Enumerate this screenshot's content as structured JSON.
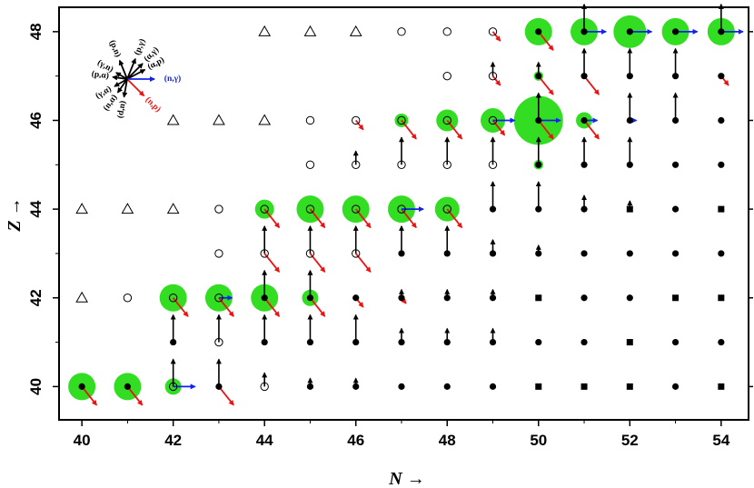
{
  "chart_data": {
    "type": "scatter",
    "title": "",
    "xlabel": "N →",
    "ylabel": "Z →",
    "xlim": [
      39.5,
      54.6
    ],
    "ylim": [
      39.25,
      48.55
    ],
    "x_ticks": [
      40,
      42,
      44,
      46,
      48,
      50,
      52,
      54
    ],
    "y_ticks": [
      40,
      42,
      44,
      46,
      48
    ],
    "grid": false,
    "legend_position": "top-left",
    "colors": {
      "reaction_circle": "#33dd22",
      "n_p_arrow": "#ee1111",
      "n_gamma_arrow": "#1122ee",
      "arrow_default": "#000000"
    },
    "legend_labels": [
      {
        "label": "(p,n)",
        "angle": 112,
        "length": 22,
        "color": "#000000"
      },
      {
        "label": "(p,γ)",
        "angle": 68,
        "length": 24,
        "color": "#000000"
      },
      {
        "label": "(α,γ)",
        "angle": 45,
        "length": 24,
        "color": "#000000"
      },
      {
        "label": "(α,p)",
        "angle": 28,
        "length": 22,
        "color": "#000000"
      },
      {
        "label": "(n,γ)",
        "angle": 0,
        "length": 30,
        "color": "#1122ee"
      },
      {
        "label": "(n,p)",
        "angle": -45,
        "length": 26,
        "color": "#ee1111"
      },
      {
        "label": "(d,n)",
        "angle": -100,
        "length": 20,
        "color": "#000000"
      },
      {
        "label": "(n,α)",
        "angle": -125,
        "length": 18,
        "color": "#000000"
      },
      {
        "label": "(γ,α)",
        "angle": -150,
        "length": 16,
        "color": "#000000"
      },
      {
        "label": "(p,α)",
        "angle": 172,
        "length": 16,
        "color": "#000000"
      },
      {
        "label": "(γ,n)",
        "angle": 150,
        "length": 14,
        "color": "#000000"
      }
    ],
    "nuclei": [
      {
        "N": 40,
        "Z": 40,
        "marker": "filled",
        "up": 0,
        "red": 1,
        "blue": 0,
        "green": 1
      },
      {
        "N": 41,
        "Z": 40,
        "marker": "filled",
        "up": 0,
        "red": 1,
        "blue": 0,
        "green": 1
      },
      {
        "N": 42,
        "Z": 40,
        "marker": "hollow",
        "up": 1,
        "red": 0,
        "blue": 1,
        "green": 0.6
      },
      {
        "N": 43,
        "Z": 40,
        "marker": "filled",
        "up": 1,
        "red": 1,
        "blue": 0,
        "green": 0
      },
      {
        "N": 44,
        "Z": 40,
        "marker": "hollow",
        "up": 0.5,
        "red": 0,
        "blue": 0,
        "green": 0
      },
      {
        "N": 45,
        "Z": 40,
        "marker": "filled",
        "up": 0.3,
        "red": 0,
        "blue": 0,
        "green": 0
      },
      {
        "N": 46,
        "Z": 40,
        "marker": "filled",
        "up": 0.3,
        "red": 0,
        "blue": 0,
        "green": 0
      },
      {
        "N": 47,
        "Z": 40,
        "marker": "filled",
        "up": 0,
        "red": 0,
        "blue": 0,
        "green": 0
      },
      {
        "N": 48,
        "Z": 40,
        "marker": "filled",
        "up": 0,
        "red": 0,
        "blue": 0,
        "green": 0
      },
      {
        "N": 49,
        "Z": 40,
        "marker": "filled",
        "up": 0,
        "red": 0,
        "blue": 0,
        "green": 0
      },
      {
        "N": 50,
        "Z": 40,
        "marker": "square",
        "up": 0,
        "red": 0,
        "blue": 0,
        "green": 0
      },
      {
        "N": 51,
        "Z": 40,
        "marker": "square",
        "up": 0,
        "red": 0,
        "blue": 0,
        "green": 0
      },
      {
        "N": 52,
        "Z": 40,
        "marker": "square",
        "up": 0,
        "red": 0,
        "blue": 0,
        "green": 0
      },
      {
        "N": 53,
        "Z": 40,
        "marker": "filled",
        "up": 0,
        "red": 0,
        "blue": 0,
        "green": 0
      },
      {
        "N": 54,
        "Z": 40,
        "marker": "square",
        "up": 0,
        "red": 0,
        "blue": 0,
        "green": 0
      },
      {
        "N": 42,
        "Z": 41,
        "marker": "filled",
        "up": 1,
        "red": 0,
        "blue": 0,
        "green": 0
      },
      {
        "N": 43,
        "Z": 41,
        "marker": "hollow",
        "up": 1,
        "red": 0,
        "blue": 0,
        "green": 0
      },
      {
        "N": 44,
        "Z": 41,
        "marker": "filled",
        "up": 1,
        "red": 0,
        "blue": 0,
        "green": 0
      },
      {
        "N": 45,
        "Z": 41,
        "marker": "filled",
        "up": 1,
        "red": 0,
        "blue": 0,
        "green": 0
      },
      {
        "N": 46,
        "Z": 41,
        "marker": "filled",
        "up": 1,
        "red": 0,
        "blue": 0,
        "green": 0
      },
      {
        "N": 47,
        "Z": 41,
        "marker": "filled",
        "up": 0.5,
        "red": 0,
        "blue": 0,
        "green": 0
      },
      {
        "N": 48,
        "Z": 41,
        "marker": "filled",
        "up": 0.5,
        "red": 0,
        "blue": 0,
        "green": 0
      },
      {
        "N": 49,
        "Z": 41,
        "marker": "filled",
        "up": 0.5,
        "red": 0,
        "blue": 0,
        "green": 0
      },
      {
        "N": 50,
        "Z": 41,
        "marker": "filled",
        "up": 0,
        "red": 0,
        "blue": 0,
        "green": 0
      },
      {
        "N": 51,
        "Z": 41,
        "marker": "filled",
        "up": 0,
        "red": 0,
        "blue": 0,
        "green": 0
      },
      {
        "N": 52,
        "Z": 41,
        "marker": "square",
        "up": 0,
        "red": 0,
        "blue": 0,
        "green": 0
      },
      {
        "N": 53,
        "Z": 41,
        "marker": "filled",
        "up": 0,
        "red": 0,
        "blue": 0,
        "green": 0
      },
      {
        "N": 54,
        "Z": 41,
        "marker": "filled",
        "up": 0,
        "red": 0,
        "blue": 0,
        "green": 0
      },
      {
        "N": 40,
        "Z": 42,
        "marker": "triangle",
        "up": 0,
        "red": 0,
        "blue": 0,
        "green": 0
      },
      {
        "N": 41,
        "Z": 42,
        "marker": "hollow",
        "up": 0,
        "red": 0,
        "blue": 0,
        "green": 0
      },
      {
        "N": 42,
        "Z": 42,
        "marker": "hollow",
        "up": 0,
        "red": 1,
        "blue": 0,
        "green": 1
      },
      {
        "N": 43,
        "Z": 42,
        "marker": "hollow",
        "up": 0,
        "red": 1,
        "blue": 0.6,
        "green": 1
      },
      {
        "N": 44,
        "Z": 42,
        "marker": "filled",
        "up": 1,
        "red": 1,
        "blue": 0,
        "green": 1
      },
      {
        "N": 45,
        "Z": 42,
        "marker": "filled",
        "up": 1,
        "red": 1,
        "blue": 0,
        "green": 0.6
      },
      {
        "N": 46,
        "Z": 42,
        "marker": "filled",
        "up": 0,
        "red": 0.5,
        "blue": 0,
        "green": 0
      },
      {
        "N": 47,
        "Z": 42,
        "marker": "filled",
        "up": 0.3,
        "red": 0.3,
        "blue": 0,
        "green": 0
      },
      {
        "N": 48,
        "Z": 42,
        "marker": "filled",
        "up": 0.3,
        "red": 0,
        "blue": 0,
        "green": 0
      },
      {
        "N": 49,
        "Z": 42,
        "marker": "filled",
        "up": 0.3,
        "red": 0,
        "blue": 0,
        "green": 0
      },
      {
        "N": 50,
        "Z": 42,
        "marker": "square",
        "up": 0,
        "red": 0,
        "blue": 0,
        "green": 0
      },
      {
        "N": 51,
        "Z": 42,
        "marker": "filled",
        "up": 0,
        "red": 0,
        "blue": 0,
        "green": 0
      },
      {
        "N": 52,
        "Z": 42,
        "marker": "filled",
        "up": 0,
        "red": 0,
        "blue": 0,
        "green": 0
      },
      {
        "N": 53,
        "Z": 42,
        "marker": "square",
        "up": 0,
        "red": 0,
        "blue": 0,
        "green": 0
      },
      {
        "N": 54,
        "Z": 42,
        "marker": "square",
        "up": 0,
        "red": 0,
        "blue": 0,
        "green": 0
      },
      {
        "N": 43,
        "Z": 43,
        "marker": "hollow",
        "up": 0,
        "red": 0,
        "blue": 0,
        "green": 0
      },
      {
        "N": 44,
        "Z": 43,
        "marker": "hollow",
        "up": 1,
        "red": 1,
        "blue": 0,
        "green": 0
      },
      {
        "N": 45,
        "Z": 43,
        "marker": "hollow",
        "up": 1,
        "red": 1,
        "blue": 0,
        "green": 0
      },
      {
        "N": 46,
        "Z": 43,
        "marker": "hollow",
        "up": 1,
        "red": 1,
        "blue": 0,
        "green": 0
      },
      {
        "N": 47,
        "Z": 43,
        "marker": "filled",
        "up": 1,
        "red": 0,
        "blue": 0,
        "green": 0
      },
      {
        "N": 48,
        "Z": 43,
        "marker": "filled",
        "up": 1,
        "red": 0,
        "blue": 0,
        "green": 0
      },
      {
        "N": 49,
        "Z": 43,
        "marker": "filled",
        "up": 0.5,
        "red": 0,
        "blue": 0,
        "green": 0
      },
      {
        "N": 50,
        "Z": 43,
        "marker": "filled",
        "up": 0.3,
        "red": 0,
        "blue": 0,
        "green": 0
      },
      {
        "N": 51,
        "Z": 43,
        "marker": "filled",
        "up": 0,
        "red": 0,
        "blue": 0,
        "green": 0
      },
      {
        "N": 52,
        "Z": 43,
        "marker": "filled",
        "up": 0,
        "red": 0,
        "blue": 0,
        "green": 0
      },
      {
        "N": 53,
        "Z": 43,
        "marker": "filled",
        "up": 0,
        "red": 0,
        "blue": 0,
        "green": 0
      },
      {
        "N": 54,
        "Z": 43,
        "marker": "filled",
        "up": 0,
        "red": 0,
        "blue": 0,
        "green": 0
      },
      {
        "N": 40,
        "Z": 44,
        "marker": "triangle",
        "up": 0,
        "red": 0,
        "blue": 0,
        "green": 0
      },
      {
        "N": 41,
        "Z": 44,
        "marker": "triangle",
        "up": 0,
        "red": 0,
        "blue": 0,
        "green": 0
      },
      {
        "N": 42,
        "Z": 44,
        "marker": "triangle",
        "up": 0,
        "red": 0,
        "blue": 0,
        "green": 0
      },
      {
        "N": 43,
        "Z": 44,
        "marker": "hollow",
        "up": 0,
        "red": 0,
        "blue": 0,
        "green": 0
      },
      {
        "N": 44,
        "Z": 44,
        "marker": "hollow",
        "up": 0,
        "red": 1,
        "blue": 0,
        "green": 0.7
      },
      {
        "N": 45,
        "Z": 44,
        "marker": "hollow",
        "up": 0,
        "red": 1,
        "blue": 0,
        "green": 1
      },
      {
        "N": 46,
        "Z": 44,
        "marker": "hollow",
        "up": 0,
        "red": 1,
        "blue": 0,
        "green": 1
      },
      {
        "N": 47,
        "Z": 44,
        "marker": "hollow",
        "up": 0,
        "red": 1,
        "blue": 1,
        "green": 1
      },
      {
        "N": 48,
        "Z": 44,
        "marker": "hollow",
        "up": 0,
        "red": 1,
        "blue": 0,
        "green": 0.9
      },
      {
        "N": 49,
        "Z": 44,
        "marker": "filled",
        "up": 1,
        "red": 0,
        "blue": 0,
        "green": 0
      },
      {
        "N": 50,
        "Z": 44,
        "marker": "filled",
        "up": 1,
        "red": 0,
        "blue": 0,
        "green": 0
      },
      {
        "N": 51,
        "Z": 44,
        "marker": "filled",
        "up": 0.5,
        "red": 0,
        "blue": 0,
        "green": 0
      },
      {
        "N": 52,
        "Z": 44,
        "marker": "square",
        "up": 0.3,
        "red": 0,
        "blue": 0,
        "green": 0
      },
      {
        "N": 53,
        "Z": 44,
        "marker": "filled",
        "up": 0,
        "red": 0,
        "blue": 0,
        "green": 0
      },
      {
        "N": 54,
        "Z": 44,
        "marker": "square",
        "up": 0,
        "red": 0,
        "blue": 0,
        "green": 0
      },
      {
        "N": 45,
        "Z": 45,
        "marker": "hollow",
        "up": 0,
        "red": 0,
        "blue": 0,
        "green": 0
      },
      {
        "N": 46,
        "Z": 45,
        "marker": "hollow",
        "up": 0.5,
        "red": 0,
        "blue": 0,
        "green": 0
      },
      {
        "N": 47,
        "Z": 45,
        "marker": "hollow",
        "up": 1,
        "red": 0,
        "blue": 0,
        "green": 0
      },
      {
        "N": 48,
        "Z": 45,
        "marker": "hollow",
        "up": 1,
        "red": 0,
        "blue": 0,
        "green": 0
      },
      {
        "N": 49,
        "Z": 45,
        "marker": "hollow",
        "up": 1,
        "red": 0,
        "blue": 0,
        "green": 0
      },
      {
        "N": 50,
        "Z": 45,
        "marker": "filled",
        "up": 1,
        "red": 0,
        "blue": 0,
        "green": 0.35
      },
      {
        "N": 51,
        "Z": 45,
        "marker": "filled",
        "up": 1,
        "red": 0,
        "blue": 0,
        "green": 0
      },
      {
        "N": 52,
        "Z": 45,
        "marker": "filled",
        "up": 1,
        "red": 0,
        "blue": 0,
        "green": 0
      },
      {
        "N": 53,
        "Z": 45,
        "marker": "filled",
        "up": 0,
        "red": 0,
        "blue": 0,
        "green": 0
      },
      {
        "N": 54,
        "Z": 45,
        "marker": "filled",
        "up": 0,
        "red": 0,
        "blue": 0,
        "green": 0
      },
      {
        "N": 42,
        "Z": 46,
        "marker": "triangle",
        "up": 0,
        "red": 0,
        "blue": 0,
        "green": 0
      },
      {
        "N": 43,
        "Z": 46,
        "marker": "triangle",
        "up": 0,
        "red": 0,
        "blue": 0,
        "green": 0
      },
      {
        "N": 44,
        "Z": 46,
        "marker": "triangle",
        "up": 0,
        "red": 0,
        "blue": 0,
        "green": 0
      },
      {
        "N": 45,
        "Z": 46,
        "marker": "hollow",
        "up": 0,
        "red": 0,
        "blue": 0,
        "green": 0
      },
      {
        "N": 46,
        "Z": 46,
        "marker": "hollow",
        "up": 0,
        "red": 0.5,
        "blue": 0,
        "green": 0
      },
      {
        "N": 47,
        "Z": 46,
        "marker": "hollow",
        "up": 0,
        "red": 1,
        "blue": 0,
        "green": 0.5
      },
      {
        "N": 48,
        "Z": 46,
        "marker": "hollow",
        "up": 0,
        "red": 1,
        "blue": 0,
        "green": 0.8
      },
      {
        "N": 49,
        "Z": 46,
        "marker": "hollow",
        "up": 0,
        "red": 0.8,
        "blue": 1,
        "green": 0.9
      },
      {
        "N": 50,
        "Z": 46,
        "marker": "filled",
        "up": 1,
        "red": 1,
        "blue": 1,
        "green": 1.8
      },
      {
        "N": 51,
        "Z": 46,
        "marker": "filled",
        "up": 0,
        "red": 1,
        "blue": 0.6,
        "green": 0.6
      },
      {
        "N": 52,
        "Z": 46,
        "marker": "filled",
        "up": 1,
        "red": 0,
        "blue": 0.3,
        "green": 0
      },
      {
        "N": 53,
        "Z": 46,
        "marker": "filled",
        "up": 1,
        "red": 0,
        "blue": 0,
        "green": 0
      },
      {
        "N": 54,
        "Z": 46,
        "marker": "filled",
        "up": 0,
        "red": 0,
        "blue": 0,
        "green": 0
      },
      {
        "N": 48,
        "Z": 47,
        "marker": "hollow",
        "up": 0,
        "red": 0,
        "blue": 0,
        "green": 0
      },
      {
        "N": 49,
        "Z": 47,
        "marker": "hollow",
        "up": 0.5,
        "red": 0.5,
        "blue": 0,
        "green": 0
      },
      {
        "N": 50,
        "Z": 47,
        "marker": "filled",
        "up": 0.5,
        "red": 1,
        "blue": 0,
        "green": 0.35
      },
      {
        "N": 51,
        "Z": 47,
        "marker": "filled",
        "up": 1,
        "red": 1,
        "blue": 0,
        "green": 0
      },
      {
        "N": 52,
        "Z": 47,
        "marker": "filled",
        "up": 1,
        "red": 0,
        "blue": 0,
        "green": 0
      },
      {
        "N": 53,
        "Z": 47,
        "marker": "filled",
        "up": 1,
        "red": 0,
        "blue": 0,
        "green": 0
      },
      {
        "N": 54,
        "Z": 47,
        "marker": "filled",
        "up": 0,
        "red": 0.5,
        "blue": 0,
        "green": 0
      },
      {
        "N": 44,
        "Z": 48,
        "marker": "triangle",
        "up": 0,
        "red": 0,
        "blue": 0,
        "green": 0
      },
      {
        "N": 45,
        "Z": 48,
        "marker": "triangle",
        "up": 0,
        "red": 0,
        "blue": 0,
        "green": 0
      },
      {
        "N": 46,
        "Z": 48,
        "marker": "triangle",
        "up": 0,
        "red": 0,
        "blue": 0,
        "green": 0
      },
      {
        "N": 47,
        "Z": 48,
        "marker": "hollow",
        "up": 0,
        "red": 0,
        "blue": 0,
        "green": 0
      },
      {
        "N": 48,
        "Z": 48,
        "marker": "hollow",
        "up": 0,
        "red": 0,
        "blue": 0,
        "green": 0
      },
      {
        "N": 49,
        "Z": 48,
        "marker": "hollow",
        "up": 0,
        "red": 0.5,
        "blue": 0,
        "green": 0
      },
      {
        "N": 50,
        "Z": 48,
        "marker": "filled",
        "up": 0,
        "red": 1,
        "blue": 0,
        "green": 1
      },
      {
        "N": 51,
        "Z": 48,
        "marker": "filled",
        "up": 1,
        "red": 0,
        "blue": 1,
        "green": 1
      },
      {
        "N": 52,
        "Z": 48,
        "marker": "filled",
        "up": 0,
        "red": 0,
        "blue": 1,
        "green": 1.2
      },
      {
        "N": 53,
        "Z": 48,
        "marker": "filled",
        "up": 0,
        "red": 0,
        "blue": 1,
        "green": 1
      },
      {
        "N": 54,
        "Z": 48,
        "marker": "filled",
        "up": 1,
        "red": 0,
        "blue": 1,
        "green": 1
      }
    ]
  }
}
